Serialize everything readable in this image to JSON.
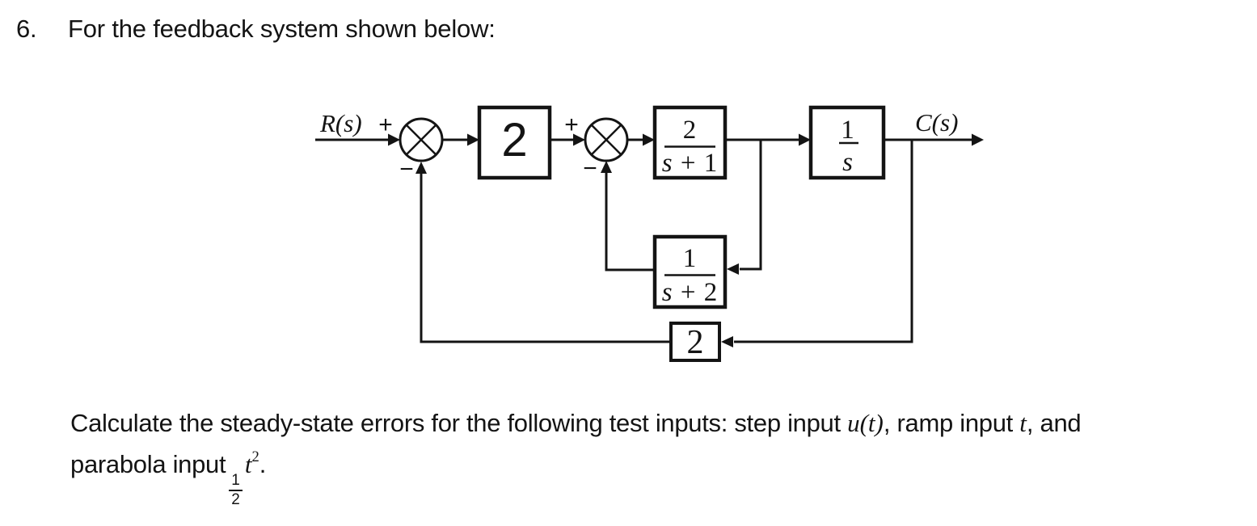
{
  "colors": {
    "ink": "#141414",
    "background": "#ffffff"
  },
  "heading": {
    "number": "6.",
    "prompt": "For the feedback system shown below:"
  },
  "diagram": {
    "input_label": "R(s)",
    "output_label": "C(s)",
    "sum1": {
      "plus": "+",
      "minus": "−"
    },
    "sum2": {
      "plus": "+",
      "minus": "−"
    },
    "blocks": {
      "g1": {
        "label": "2"
      },
      "g2": {
        "num": "2",
        "den_var": "s",
        "den_rest": " + 1"
      },
      "g3": {
        "num": "1",
        "den_var": "s",
        "den_rest": ""
      },
      "h1": {
        "num": "1",
        "den_var": "s",
        "den_rest": " + 2"
      },
      "h2": {
        "label": "2"
      }
    }
  },
  "question": {
    "line1_pre": "Calculate the steady-state errors for the following test inputs: step input ",
    "step_math": "u(t)",
    "line1_mid": ", ramp input ",
    "ramp_math": "t",
    "line1_end": ", and",
    "line2_pre": "parabola input",
    "frac_num": "1",
    "frac_den": "2",
    "parabola_base": "t",
    "parabola_exp": "2",
    "line2_end": "."
  }
}
